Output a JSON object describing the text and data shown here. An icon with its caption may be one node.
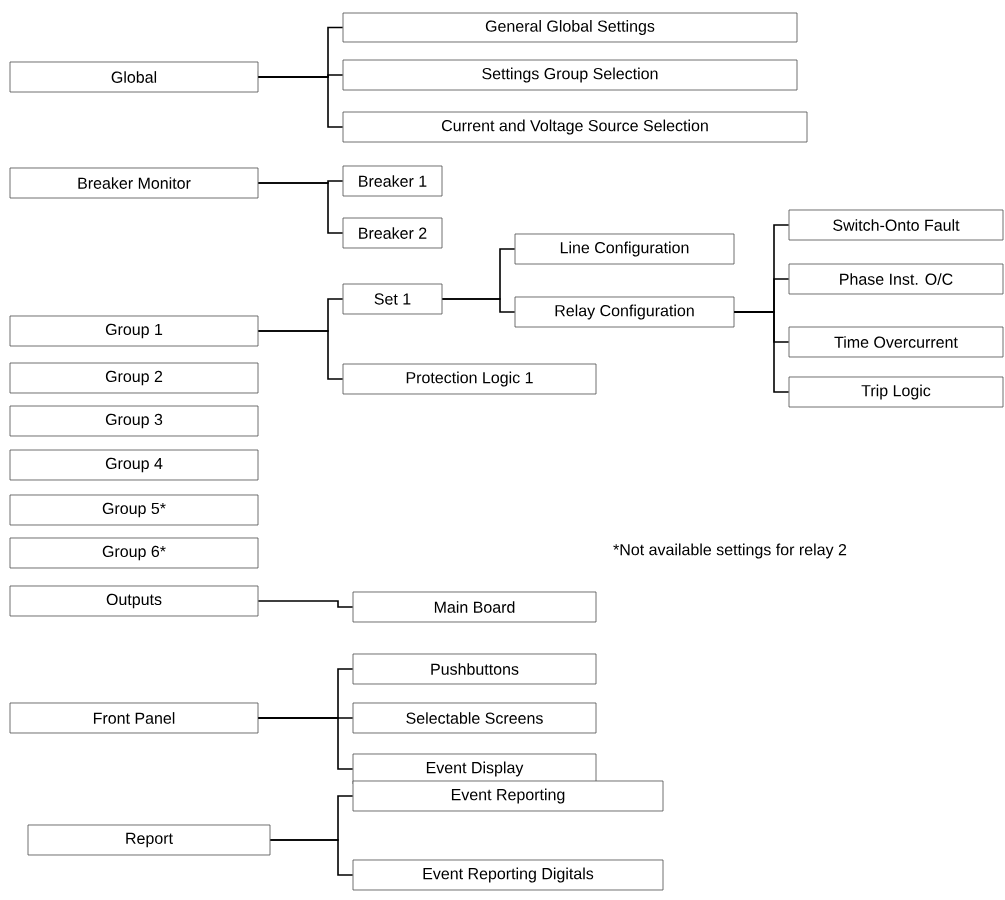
{
  "diagram": {
    "nodes": [
      {
        "text": [
          "Global"
        ]
      },
      {
        "text": [
          "General Global Settings"
        ]
      },
      {
        "text": [
          "Settings Group Selection"
        ]
      },
      {
        "text": [
          "Current and Voltage Source Selection"
        ]
      },
      {
        "text": [
          "Breaker Monitor"
        ]
      },
      {
        "text": [
          "Breaker 1"
        ]
      },
      {
        "text": [
          "Breaker 2"
        ]
      },
      {
        "text": [
          "Group 1"
        ]
      },
      {
        "text": [
          "Set 1"
        ]
      },
      {
        "text": [
          "Protection Logic 1"
        ]
      },
      {
        "text": [
          "Line Configuration"
        ]
      },
      {
        "text": [
          "Relay Configuration"
        ]
      },
      {
        "text": [
          "Switch-Onto Fault"
        ]
      },
      {
        "text": [
          "Phase Inst. O/C"
        ]
      },
      {
        "text": [
          "Time Overcurrent"
        ]
      },
      {
        "text": [
          "Trip Logic"
        ]
      },
      {
        "text": [
          "Group 2"
        ]
      },
      {
        "text": [
          "Group 3"
        ]
      },
      {
        "text": [
          "Group 4"
        ]
      },
      {
        "text": [
          "Group 5*"
        ]
      },
      {
        "text": [
          "Group 6*"
        ]
      },
      {
        "text": [
          "Outputs"
        ]
      },
      {
        "text": [
          "Main Board"
        ]
      },
      {
        "text": [
          "Front Panel"
        ]
      },
      {
        "text": [
          "Pushbuttons"
        ]
      },
      {
        "text": [
          "Selectable Screens"
        ]
      },
      {
        "text": [
          "Event Display"
        ]
      },
      {
        "text": [
          "Report"
        ]
      },
      {
        "text": [
          "Event Reporting"
        ]
      },
      {
        "text": [
          "Event Reporting Digitals"
        ]
      }
    ],
    "edges": [
      {
        "from": 0,
        "to": 1,
        "arrow": "none"
      },
      {
        "from": 0,
        "to": 2,
        "arrow": "none"
      },
      {
        "from": 0,
        "to": 3,
        "arrow": "none"
      },
      {
        "from": 4,
        "to": 5,
        "arrow": "none"
      },
      {
        "from": 4,
        "to": 6,
        "arrow": "none"
      },
      {
        "from": 7,
        "to": 8,
        "arrow": "none"
      },
      {
        "from": 7,
        "to": 9,
        "arrow": "none"
      },
      {
        "from": 8,
        "to": 10,
        "arrow": "none"
      },
      {
        "from": 8,
        "to": 11,
        "arrow": "none"
      },
      {
        "from": 11,
        "to": 12,
        "arrow": "none"
      },
      {
        "from": 11,
        "to": 13,
        "arrow": "none"
      },
      {
        "from": 11,
        "to": 14,
        "arrow": "none"
      },
      {
        "from": 11,
        "to": 15,
        "arrow": "none"
      },
      {
        "from": 21,
        "to": 22,
        "arrow": "none"
      },
      {
        "from": 23,
        "to": 24,
        "arrow": "none"
      },
      {
        "from": 23,
        "to": 25,
        "arrow": "none"
      },
      {
        "from": 23,
        "to": 26,
        "arrow": "none"
      },
      {
        "from": 27,
        "to": 28,
        "arrow": "none"
      },
      {
        "from": 27,
        "to": 29,
        "arrow": "none"
      }
    ],
    "labels": [
      "*Not available settings for relay 2"
    ]
  }
}
